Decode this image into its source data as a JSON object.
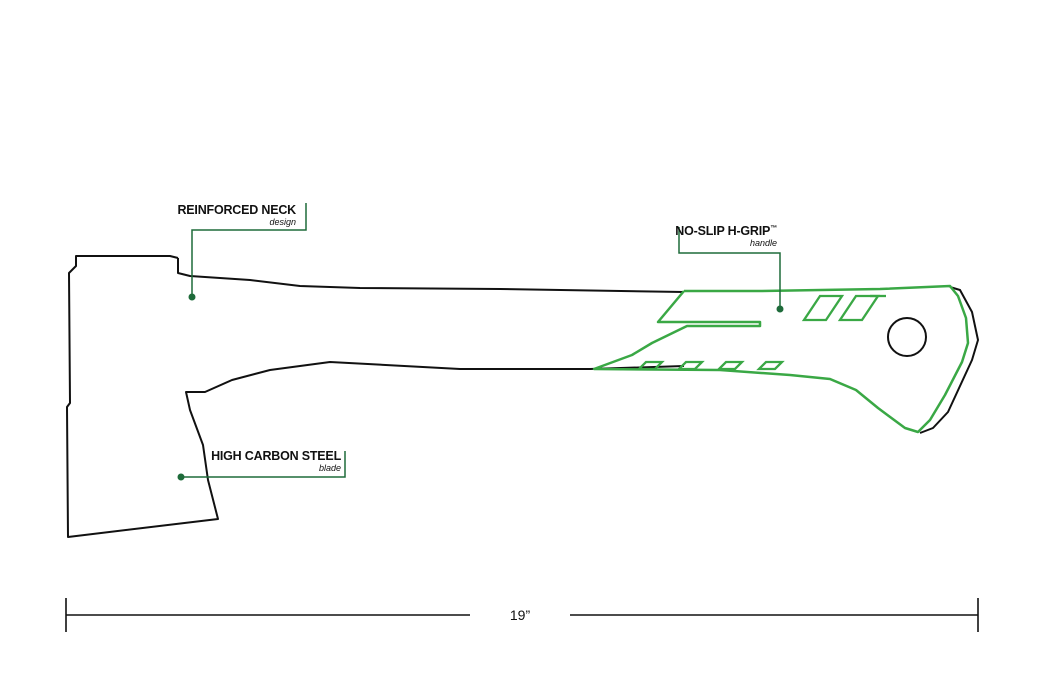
{
  "colors": {
    "outline": "#111111",
    "accent": "#3aa845",
    "leader": "#1e6b3a"
  },
  "callouts": {
    "neck": {
      "title": "REINFORCED NECK",
      "subtitle": "design"
    },
    "grip": {
      "title": "NO-SLIP H-GRIP",
      "trademark": "™",
      "subtitle": "handle"
    },
    "blade": {
      "title": "HIGH CARBON STEEL",
      "subtitle": "blade"
    }
  },
  "dimension": {
    "label": "19”"
  }
}
